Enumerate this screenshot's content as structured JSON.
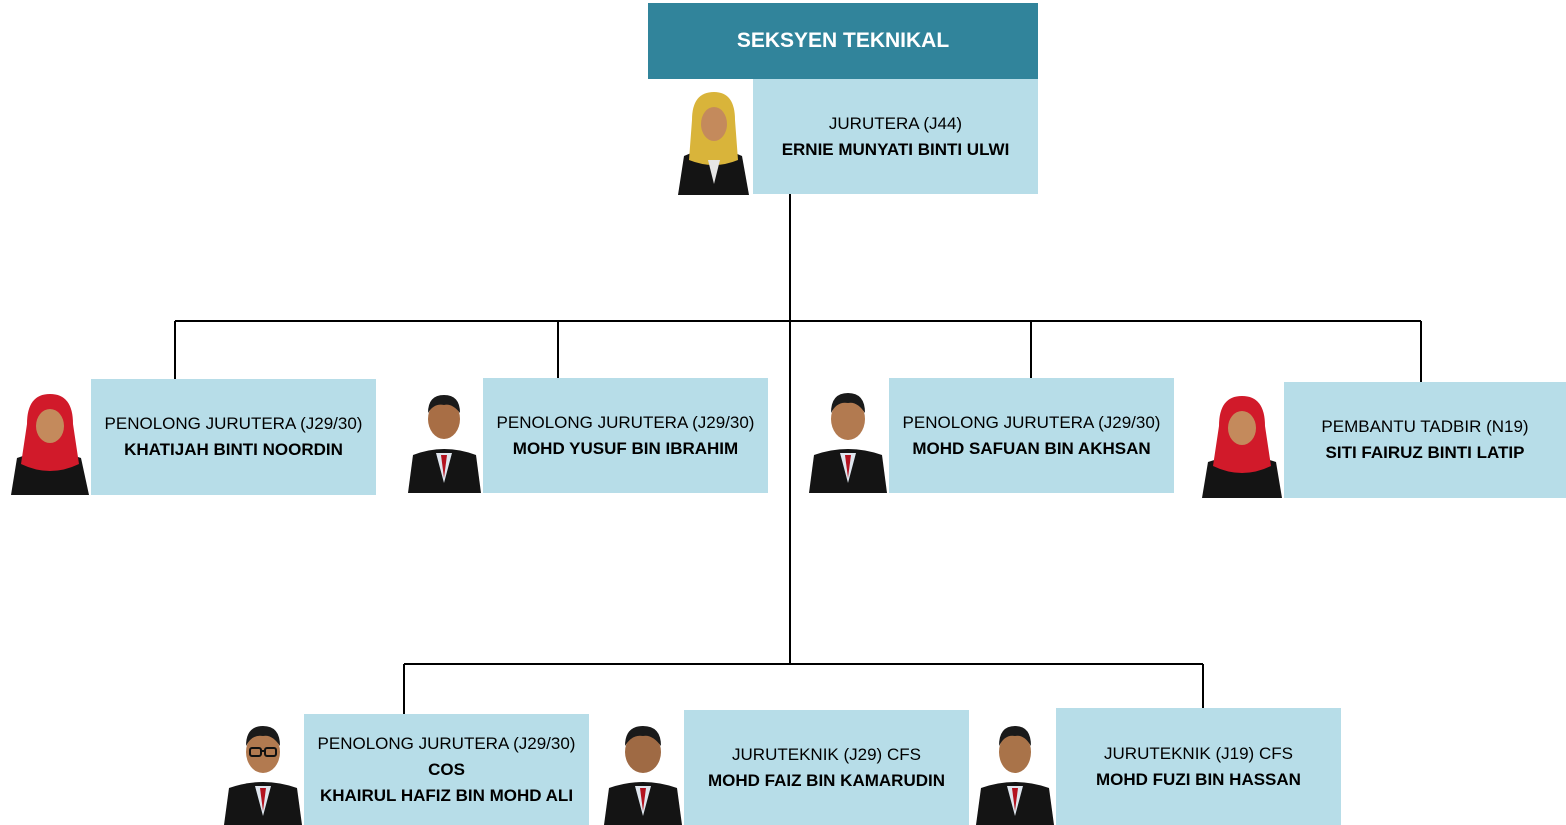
{
  "chart_title": "SEKSYEN TEKNIKAL",
  "colors": {
    "header_bg": "#31849b",
    "box_bg": "#b7dde8",
    "line": "#000000",
    "jacket": "#141414",
    "skin": "#c48a5c",
    "tudung_yellow": "#d9b43a",
    "tudung_red": "#d11a2a",
    "tie_red": "#b3121f",
    "hair": "#1a1a1a"
  },
  "head": {
    "title": "JURUTERA (J44)",
    "name": "ERNIE MUNYATI BINTI ULWI",
    "photo_icon": "portrait-woman-yellow-tudung-icon"
  },
  "level2": [
    {
      "title": "PENOLONG JURUTERA (J29/30)",
      "name": "KHATIJAH BINTI NOORDIN",
      "photo_icon": "portrait-woman-red-tudung-icon"
    },
    {
      "title": "PENOLONG JURUTERA (J29/30)",
      "name": "MOHD YUSUF BIN IBRAHIM",
      "photo_icon": "portrait-man-icon"
    },
    {
      "title": "PENOLONG JURUTERA (J29/30)",
      "name": "MOHD SAFUAN BIN AKHSAN",
      "photo_icon": "portrait-man-icon"
    },
    {
      "title": "PEMBANTU TADBIR (N19)",
      "name": "SITI FAIRUZ BINTI LATIP",
      "photo_icon": "portrait-woman-red-tudung-icon"
    }
  ],
  "level3": [
    {
      "title": "PENOLONG JURUTERA (J29/30)",
      "subtitle": "COS",
      "name": "KHAIRUL HAFIZ BIN MOHD ALI",
      "photo_icon": "portrait-man-glasses-icon"
    },
    {
      "title": "JURUTEKNIK (J29) CFS",
      "name": "MOHD FAIZ BIN KAMARUDIN",
      "photo_icon": "portrait-man-icon"
    },
    {
      "title": "JURUTEKNIK (J19) CFS",
      "name": "MOHD FUZI BIN HASSAN",
      "photo_icon": "portrait-man-icon"
    }
  ]
}
